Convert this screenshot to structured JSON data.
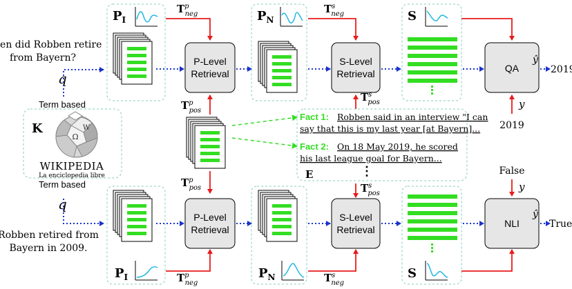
{
  "question": {
    "line1": "When did Robben retire",
    "line2": "from Bayern?"
  },
  "claim": {
    "line1": "Robben retired from",
    "line2": "Bayern in 2009."
  },
  "q_label": "q",
  "term_based": "Term based",
  "kb": {
    "label": "K",
    "title": "WIKIPEDIA",
    "subtitle": "La enciclopedia libre"
  },
  "labels": {
    "pi": "P",
    "pi_sub": "I",
    "pn": "P",
    "pn_sub": "N",
    "s": "S",
    "e": "E",
    "t": "T",
    "neg": "neg",
    "pos": "pos",
    "sup_p": "p",
    "sup_s": "s",
    "y": "y",
    "yhat": "ŷ"
  },
  "boxes": {
    "p_level": {
      "line1": "P-Level",
      "line2": "Retrieval"
    },
    "s_level": {
      "line1": "S-Level",
      "line2": "Retrieval"
    },
    "qa": "QA",
    "nli": "NLI"
  },
  "facts": [
    {
      "tag": "Fact 1:",
      "line1": "Robben said in an interview \"I can",
      "line2": "say that this is my last year [at Bayern]..."
    },
    {
      "tag": "Fact 2:",
      "line1": "On 18 May 2019, he scored",
      "line2": "his last league goal for Bayern..."
    }
  ],
  "ellipsis": "⋮",
  "qa_answer": "2019",
  "qa_label": "2019",
  "nli_label": "False",
  "nli_answer": "True",
  "colors": {
    "green": "#33dd22",
    "red": "#e81b1b",
    "blue": "#1a33cc",
    "cyan": "#1fb8e0",
    "border": "#7fcfbf",
    "box": "#e6e6e6"
  }
}
